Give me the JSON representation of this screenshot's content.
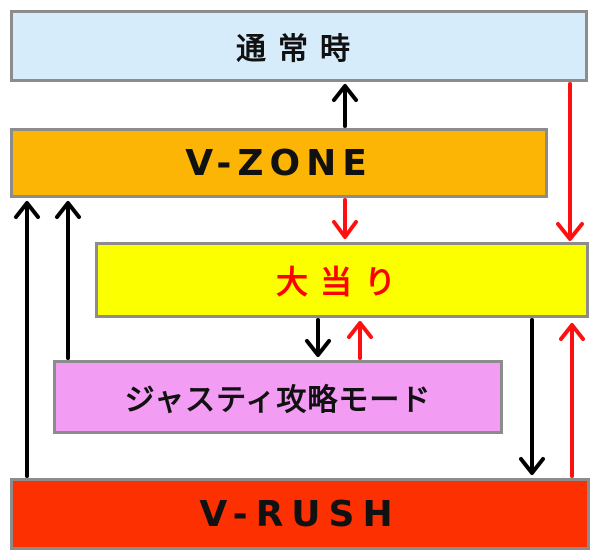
{
  "nodes": {
    "normal": {
      "label": "通常時",
      "fill": "#d6ecfb",
      "text_color": "#111111"
    },
    "vzone": {
      "label": "V-ZONE",
      "fill": "#fcb504",
      "text_color": "#111111"
    },
    "hit": {
      "label": "大当り",
      "fill": "#fbff00",
      "text_color": "#ff0000"
    },
    "justice": {
      "label": "ジャスティ攻略モード",
      "fill": "#f39cf3",
      "text_color": "#111111"
    },
    "vrush": {
      "label": "V-RUSH",
      "fill": "#fc3000",
      "text_color": "#111111"
    }
  },
  "edges": [
    {
      "from": "vzone",
      "to": "normal",
      "color": "black"
    },
    {
      "from": "normal",
      "to": "hit",
      "color": "red"
    },
    {
      "from": "vzone",
      "to": "hit",
      "color": "red"
    },
    {
      "from": "hit",
      "to": "justice",
      "color": "black"
    },
    {
      "from": "justice",
      "to": "hit",
      "color": "red"
    },
    {
      "from": "justice",
      "to": "vzone",
      "color": "black"
    },
    {
      "from": "vrush",
      "to": "vzone",
      "color": "black"
    },
    {
      "from": "hit",
      "to": "vrush",
      "color": "black"
    },
    {
      "from": "vrush",
      "to": "hit",
      "color": "red"
    }
  ],
  "colors": {
    "black_arrow": "#000000",
    "red_arrow": "#ff1010",
    "border": "#8c8c8c"
  }
}
